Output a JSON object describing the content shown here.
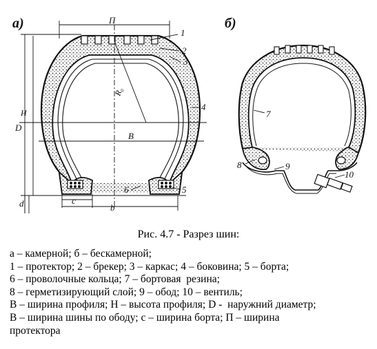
{
  "figure": {
    "panel_a": "а)",
    "panel_b": "б)",
    "dim_labels": {
      "P": "П",
      "Ro": "R₀",
      "H": "Н",
      "D": "D",
      "B": "В",
      "c": "c",
      "b": "b",
      "d": "d"
    },
    "callouts_a": [
      "1",
      "2",
      "3",
      "4",
      "6",
      "5"
    ],
    "callouts_b": [
      "7",
      "8",
      "9",
      "10"
    ]
  },
  "caption": "Рис. 4.7 - Разрез шин:",
  "legend": [
    "а – камерной; б – бескамерной;",
    "1 – протектор; 2 – брекер; 3 – каркас; 4 – боковина; 5 – борта;",
    "6 – проволочные кольца; 7 – бортовая  резина;",
    "8 – герметизирующий слой; 9 – обод; 10 – вентиль;",
    "В – ширина профиля; Н – высота профиля; D -  наружний диаметр;",
    "В – ширина шины по ободу; с – ширина борта; П – ширина",
    "протектора"
  ]
}
